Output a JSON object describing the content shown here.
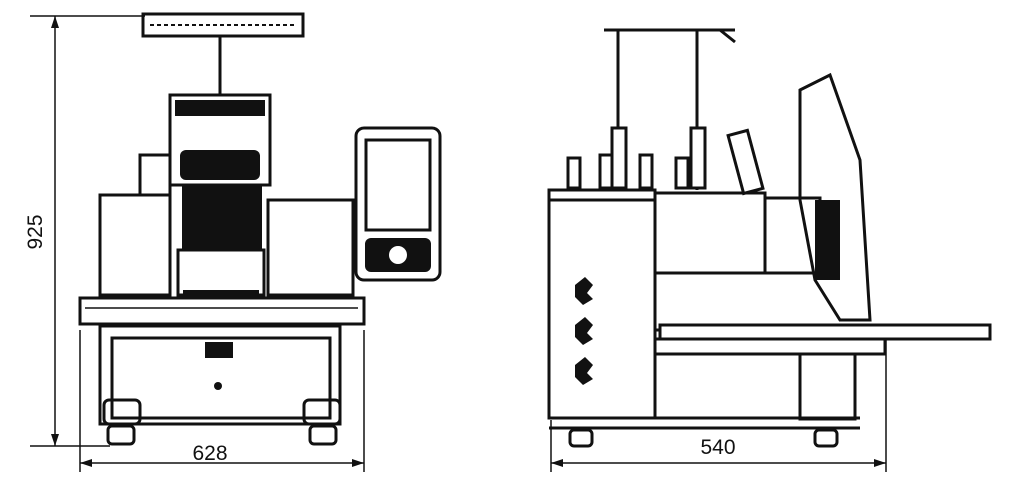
{
  "dimensions": {
    "front_height": "925",
    "front_width": "628",
    "side_depth": "540"
  },
  "colors": {
    "line": "#111111",
    "background": "#ffffff"
  }
}
